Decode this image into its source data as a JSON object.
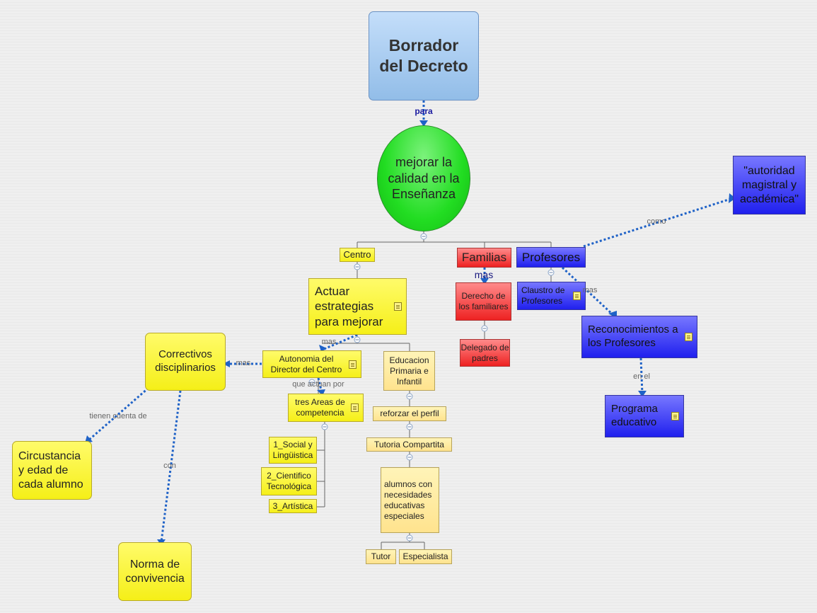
{
  "nodes": {
    "borrador": "Borrador del Decreto",
    "mejorar": "mejorar la calidad en la Enseñanza",
    "centro": "Centro",
    "familias": "Familias",
    "profesores": "Profesores",
    "autoridad": "\"autoridad magistral y académica\"",
    "actuar": "Actuar estrategias para mejorar",
    "derecho": "Derecho de los familiares",
    "delegado": "Delegado de padres",
    "claustro": "Claustro de Profesores",
    "reconocimientos": "Reconocimientos a los Profesores",
    "programa": "Programa educativo",
    "correctivos": "Correctivos disciplinarios",
    "autonomia": "Autonomia del Director del Centro",
    "educacion": "Educacion Primaria e Infantil",
    "tres_areas": "tres Areas de competencia",
    "reforzar": "reforzar el perfil",
    "tutoria": "Tutoria Compartita",
    "alumnos": "alumnos con necesidades educativas especiales",
    "tutor": "Tutor",
    "especialista": "Especialista",
    "social": "1_Social y Lingüistica",
    "cientifico": "2_Cientifico Tecnológica",
    "artistica": "3_Artística",
    "circunstancia": "Circustancia y edad de cada alumno",
    "norma": "Norma de convivencia"
  },
  "link_labels": {
    "para": "para",
    "como": "como",
    "mas_familias": "mas",
    "mas_actuar": "mas",
    "mas_correctivos": "mas",
    "mas_profesores": "mas",
    "que_actuan": "que actuan por",
    "tienen_cuenta": "tienen cuenta de",
    "con": "con",
    "en_el": "en el"
  },
  "colors": {
    "root_fill": "#a9cdf5",
    "central_fill": "#22dd22",
    "yellow": "#f5ef18",
    "pale_yellow": "#ffe38e",
    "red": "#ee2222",
    "blue": "#2020ee",
    "dotted_link": "#2266cc"
  }
}
